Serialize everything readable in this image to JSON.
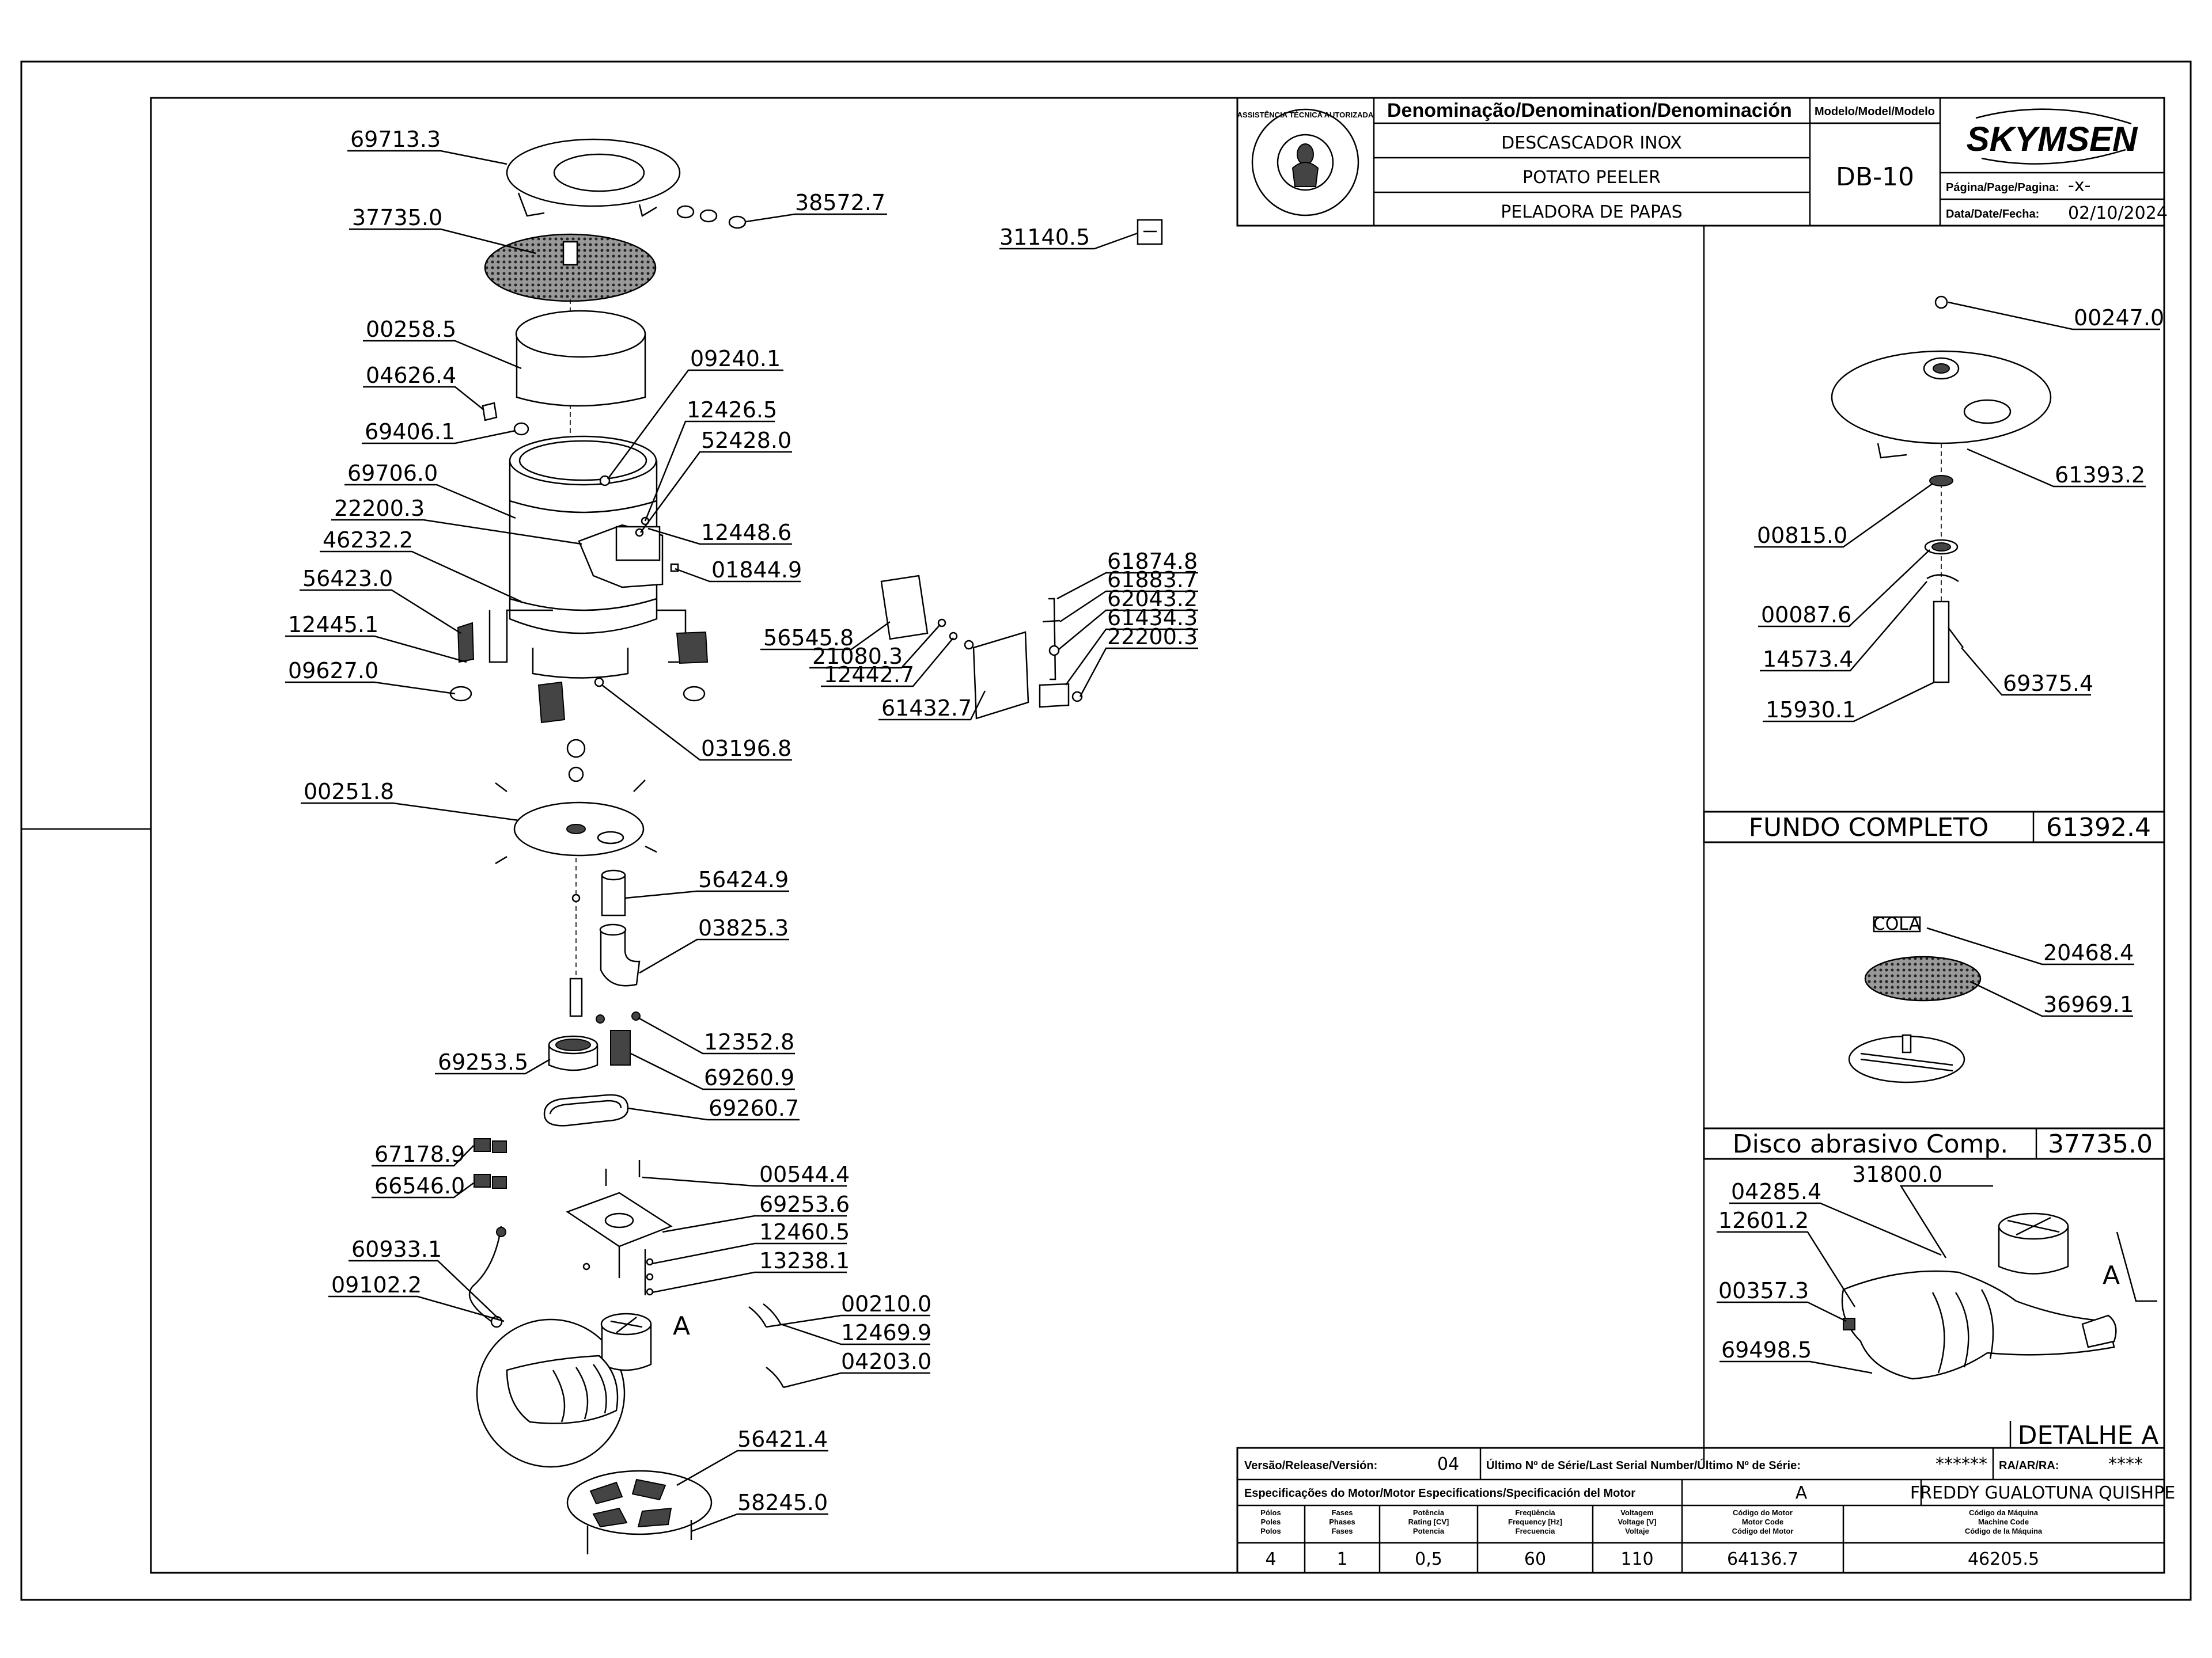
{
  "title_block": {
    "denomination_header": "Denominação/Denomination/Denominación",
    "model_header": "Modelo/Model/Modelo",
    "names": [
      "DESCASCADOR INOX",
      "POTATO PEELER",
      "PELADORA DE PAPAS"
    ],
    "model": "DB-10",
    "brand": "SKYMSEN",
    "page_label": "Página/Page/Pagina:",
    "page_value": "-x-",
    "date_label": "Data/Date/Fecha:",
    "date_value": "02/10/2024",
    "seal_text": "ASSISTÊNCIA TÉCNICA AUTORIZADA"
  },
  "main_parts": [
    "69713.3",
    "37735.0",
    "38572.7",
    "31140.5",
    "00258.5",
    "04626.4",
    "09240.1",
    "69406.1",
    "12426.5",
    "52428.0",
    "69706.0",
    "22200.3",
    "12448.6",
    "46232.2",
    "01844.9",
    "56423.0",
    "12445.1",
    "09627.0",
    "03196.8",
    "61874.8",
    "61883.7",
    "62043.2",
    "61434.3",
    "22200.3",
    "56545.8",
    "21080.3",
    "12442.7",
    "61432.7",
    "00251.8",
    "56424.9",
    "03825.3",
    "12352.8",
    "69253.5",
    "69260.9",
    "69260.7",
    "67178.9",
    "66546.0",
    "00544.4",
    "69253.6",
    "60933.1",
    "12460.5",
    "09102.2",
    "13238.1",
    "00210.0",
    "12469.9",
    "04203.0",
    "56421.4",
    "58245.0"
  ],
  "detail_letter": "A",
  "fundo": {
    "parts": [
      "00247.0",
      "61393.2",
      "00815.0",
      "00087.6",
      "14573.4",
      "69375.4",
      "15930.1"
    ],
    "title": "FUNDO COMPLETO",
    "code": "61392.4"
  },
  "disco": {
    "tag": "COLA",
    "parts": [
      "20468.4",
      "36969.1"
    ],
    "title": "Disco abrasivo Comp.",
    "code": "37735.0"
  },
  "detalhe": {
    "parts": [
      "31800.0",
      "04285.4",
      "12601.2",
      "00357.3",
      "69498.5"
    ],
    "letter": "A",
    "title": "DETALHE A"
  },
  "footer": {
    "version_label": "Versão/Release/Versión:",
    "version_value": "04",
    "serial_label": "Último Nº de Série/Last Serial Number/Último Nº de Série:",
    "serial_value": "******",
    "ra_label": "RA/AR/RA:",
    "ra_value": "****",
    "motor_spec_label": "Especificações do Motor/Motor Especifications/Specificación del Motor",
    "motor_spec_value": "A",
    "author": "FREDDY GUALOTUNA QUISHPE",
    "columns": [
      {
        "header": [
          "Pólos",
          "Poles",
          "Polos"
        ],
        "value": "4"
      },
      {
        "header": [
          "Fases",
          "Phases",
          "Fases"
        ],
        "value": "1"
      },
      {
        "header": [
          "Potência",
          "Rating [CV]",
          "Potencia"
        ],
        "value": "0,5"
      },
      {
        "header": [
          "Freqüência",
          "Frequency [Hz]",
          "Frecuencia"
        ],
        "value": "60"
      },
      {
        "header": [
          "Voltagem",
          "Voltage [V]",
          "Voltaje"
        ],
        "value": "110"
      },
      {
        "header": [
          "Código do Motor",
          "Motor Code",
          "Código del Motor"
        ],
        "value": "64136.7"
      },
      {
        "header": [
          "Código da Máquina",
          "Machine Code",
          "Código de la Máquina"
        ],
        "value": "46205.5"
      }
    ]
  }
}
